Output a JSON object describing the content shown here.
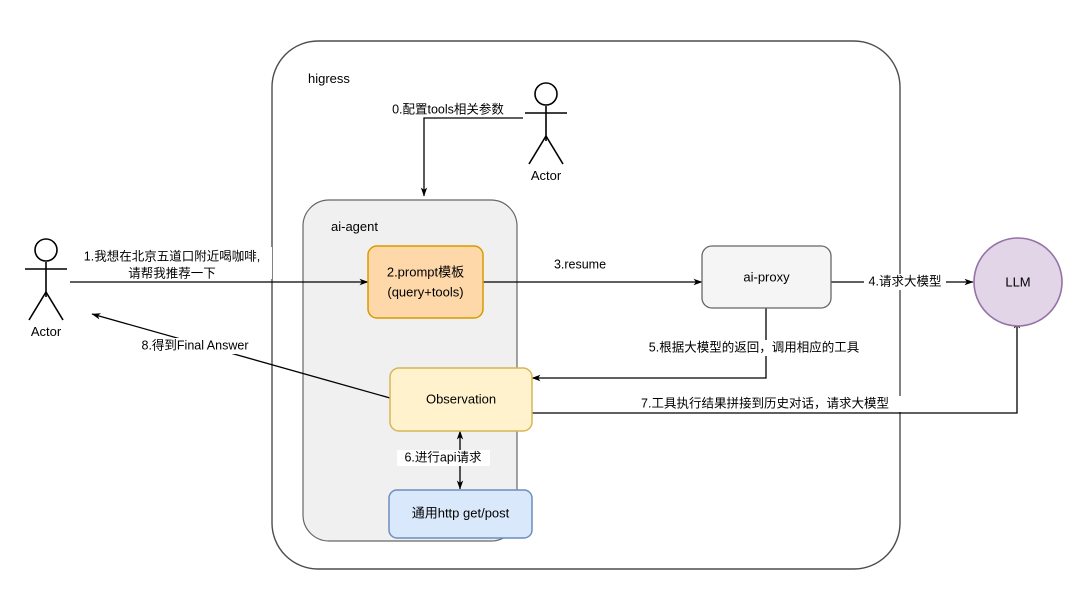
{
  "diagram": {
    "title_visible": false,
    "containers": [
      {
        "id": "higress",
        "label": "higress",
        "fill": "#ffffff",
        "stroke": "#4d4d4d"
      },
      {
        "id": "ai-agent",
        "label": "ai-agent",
        "fill": "#f0f0f0",
        "stroke": "#666666"
      }
    ],
    "nodes": {
      "prompt": {
        "label_line1": "2.prompt模板",
        "label_line2": "(query+tools)",
        "fill": "#ffd8aa",
        "stroke": "#d79b00"
      },
      "observation": {
        "label": "Observation",
        "fill": "#fff2cc",
        "stroke": "#d6b656"
      },
      "http": {
        "label": "通用http get/post",
        "fill": "#dae8fc",
        "stroke": "#6c8ebf"
      },
      "ai_proxy": {
        "label": "ai-proxy",
        "fill": "#f5f5f5",
        "stroke": "#666666"
      },
      "llm": {
        "label": "LLM",
        "fill": "#e1d5e7",
        "stroke": "#9673a6"
      }
    },
    "actors": [
      {
        "id": "actor-left",
        "label": "Actor"
      },
      {
        "id": "actor-top",
        "label": "Actor"
      }
    ],
    "edges": [
      {
        "id": "e0",
        "label": "0.配置tools相关参数"
      },
      {
        "id": "e1",
        "label_line1": "1.我想在北京五道口附近喝咖啡,",
        "label_line2": "请帮我推荐一下"
      },
      {
        "id": "e3",
        "label": "3.resume"
      },
      {
        "id": "e4",
        "label": "4.请求大模型"
      },
      {
        "id": "e5",
        "label": "5.根据大模型的返回，调用相应的工具"
      },
      {
        "id": "e6",
        "label": "6.进行api请求"
      },
      {
        "id": "e7",
        "label": "7.工具执行结果拼接到历史对话，请求大模型"
      },
      {
        "id": "e8",
        "label": "8.得到Final Answer"
      }
    ],
    "colors": {
      "orange_fill": "#ffd8aa",
      "orange_stroke": "#d79b00",
      "yellow_fill": "#fff2cc",
      "yellow_stroke": "#d6b656",
      "blue_fill": "#dae8fc",
      "blue_stroke": "#6c8ebf",
      "purple_fill": "#e1d5e7",
      "purple_stroke": "#9673a6",
      "grey_fill": "#f0f0f0",
      "line": "#000000",
      "background": "#ffffff"
    }
  }
}
